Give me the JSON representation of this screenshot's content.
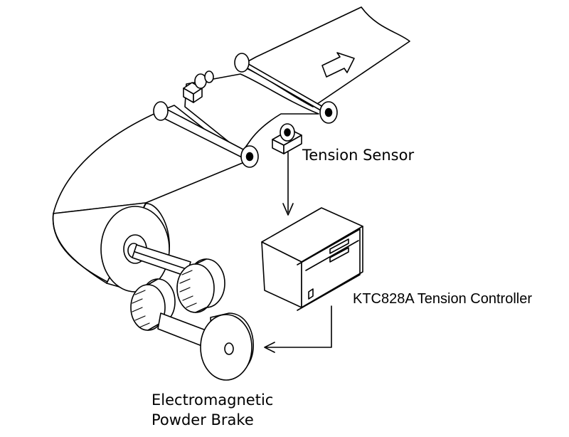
{
  "labels": {
    "tension_sensor": "Tension Sensor",
    "tension_controller": "KTC828A  Tension Controller",
    "brake_line1": "Electromagnetic",
    "brake_line2": "Powder Brake"
  },
  "colors": {
    "stroke": "#000000",
    "fill": "#ffffff",
    "text": "#000000"
  },
  "icons": {
    "direction": "arrow-right-icon",
    "signal": "arrow-down-icon"
  }
}
